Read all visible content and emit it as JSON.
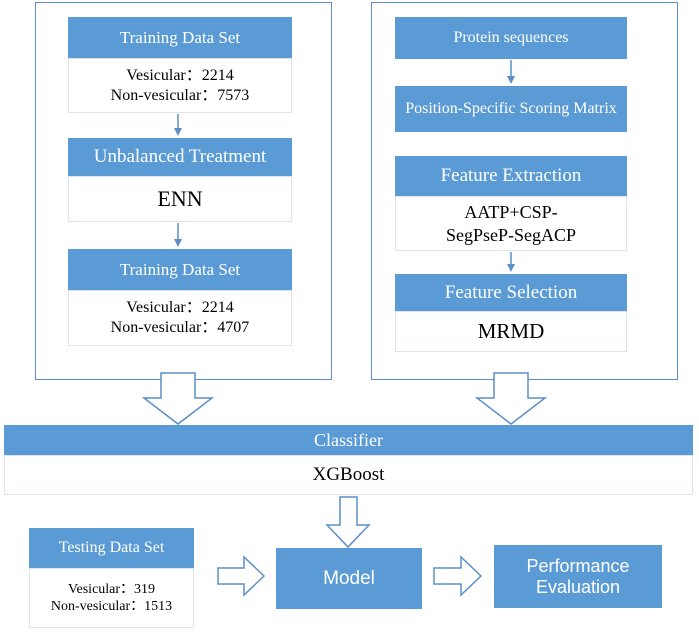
{
  "training_set_1": {
    "title": "Training Data Set",
    "vesicular": "Vesicular：2214",
    "non_vesicular": "Non-vesicular：7573"
  },
  "unbalanced": {
    "title": "Unbalanced Treatment",
    "method": "ENN"
  },
  "training_set_2": {
    "title": "Training Data Set",
    "vesicular": "Vesicular：2214",
    "non_vesicular": "Non-vesicular：4707"
  },
  "protein_sequences": {
    "title": "Protein sequences"
  },
  "pssm": {
    "title": "Position-Specific Scoring Matrix"
  },
  "feature_extraction": {
    "title": "Feature Extraction",
    "line1": "AATP+CSP-",
    "line2": "SegPseP-SegACP"
  },
  "feature_selection": {
    "title": "Feature Selection",
    "method": "MRMD"
  },
  "classifier": {
    "title": "Classifier",
    "method": "XGBoost"
  },
  "testing_set": {
    "title": "Testing Data Set",
    "vesicular": "Vesicular：319",
    "non_vesicular": "Non-vesicular：1513"
  },
  "model": {
    "title": "Model"
  },
  "performance": {
    "line1": "Performance",
    "line2": "Evaluation"
  },
  "colors": {
    "header_fill": "#5b9bd5",
    "frame_stroke": "#5b8fc7",
    "arrow_stroke": "#5b8fc7"
  }
}
